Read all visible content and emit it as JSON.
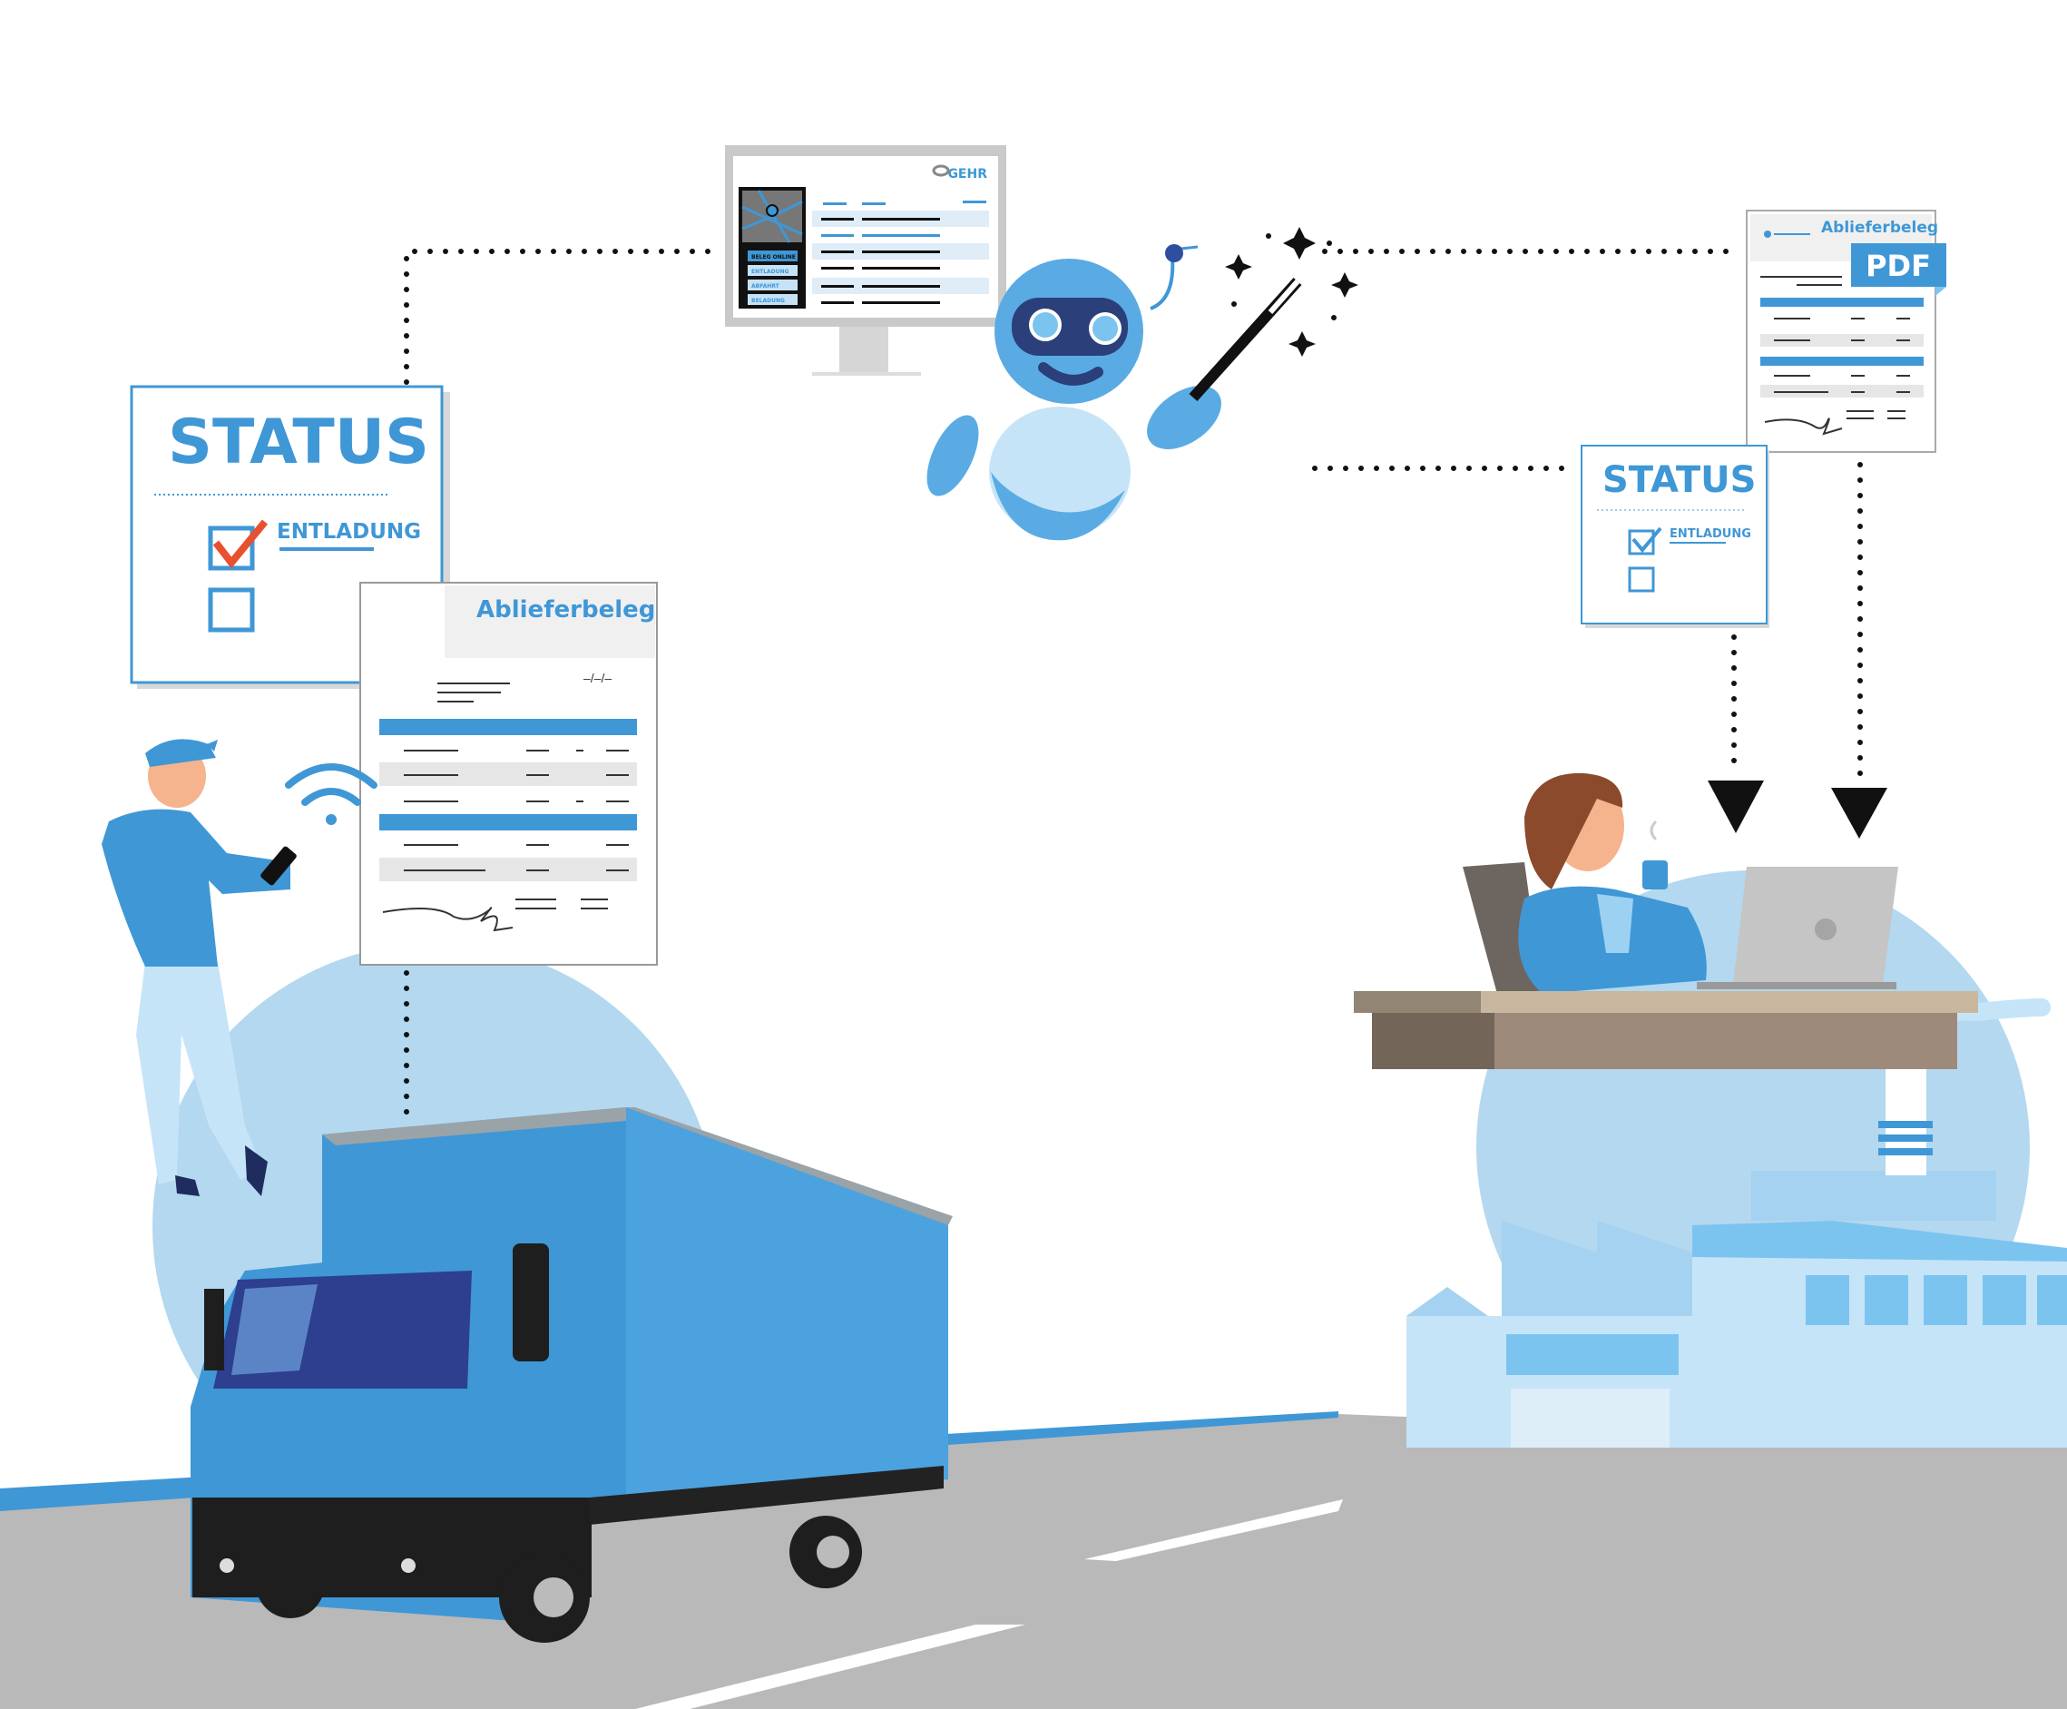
{
  "colors": {
    "brand_blue": "#3f97d6",
    "light_blue": "#b3d8ef",
    "road_gray": "#b9b9b9",
    "check_red": "#e8502f"
  },
  "status_card_left": {
    "title": "STATUS",
    "item_checked": "ENTLADUNG"
  },
  "status_card_right": {
    "title": "STATUS",
    "item_checked": "ENTLADUNG"
  },
  "receipt_left": {
    "title": "Ablieferbeleg",
    "date_placeholder": "–/–/–"
  },
  "receipt_pdf": {
    "title": "Ablieferbeleg",
    "badge": "PDF"
  },
  "monitor": {
    "logo": "GEHR",
    "menu": [
      "BELEG ONLINE",
      "ENTLADUNG",
      "ABFAHRT",
      "BELADUNG"
    ]
  }
}
